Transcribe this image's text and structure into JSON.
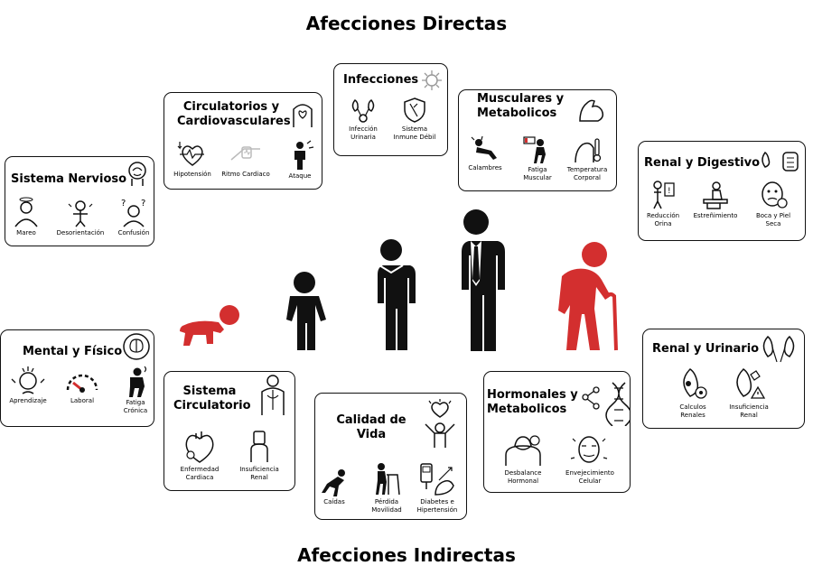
{
  "top_heading": "Afecciones Directas",
  "bottom_heading": "Afecciones Indirectas",
  "cards": {
    "sistema_nervioso": {
      "title": "Sistema Nervioso",
      "items": [
        "Mareo",
        "Desorientación",
        "Confusión"
      ]
    },
    "circulatorios": {
      "title_line1": "Circulatorios y",
      "title_line2": "Cardiovasculares",
      "items": [
        "Hipotensión",
        "Ritmo Cardiaco",
        "Ataque"
      ]
    },
    "infecciones": {
      "title": "Infecciones",
      "items": [
        [
          "Infección",
          "Urinaria"
        ],
        [
          "Sistema",
          "Inmune Débil"
        ]
      ]
    },
    "musculares": {
      "title_line1": "Musculares y",
      "title_line2": "Metabolicos",
      "items": [
        [
          "Calambres"
        ],
        [
          "Fatiga",
          "Muscular"
        ],
        [
          "Temperatura",
          "Corporal"
        ]
      ]
    },
    "renal_digestivo": {
      "title": "Renal y Digestivo",
      "items": [
        [
          "Reducción",
          "Orina"
        ],
        [
          "Estreñimiento"
        ],
        [
          "Boca y Piel",
          "Seca"
        ]
      ]
    },
    "mental_fisico": {
      "title": "Mental y Físico",
      "items": [
        [
          "Aprendizaje"
        ],
        [
          "Laboral"
        ],
        [
          "Fatiga",
          "Crónica"
        ]
      ]
    },
    "sistema_circulatorio": {
      "title_line1": "Sistema",
      "title_line2": "Circulatorio",
      "items": [
        [
          "Enfermedad",
          "Cardiaca"
        ],
        [
          "Insuficiencia",
          "Renal"
        ]
      ]
    },
    "calidad_vida": {
      "title_line1": "Calidad de",
      "title_line2": "Vida",
      "items": [
        [
          "Caídas"
        ],
        [
          "Pérdida",
          "Movilidad"
        ],
        [
          "Diabetes e",
          "Hipertensión"
        ]
      ]
    },
    "hormonales": {
      "title_line1": "Hormonales y",
      "title_line2": "Metabolicos",
      "items": [
        [
          "Desbalance",
          "Hormonal"
        ],
        [
          "Envejecimiento",
          "Celular"
        ]
      ]
    },
    "renal_urinario": {
      "title": "Renal y Urinario",
      "items": [
        [
          "Calculos",
          "Renales"
        ],
        [
          "Insuficiencia",
          "Renal"
        ]
      ]
    }
  },
  "colors": {
    "accent_red": "#d32f2f",
    "ink": "#111111"
  }
}
